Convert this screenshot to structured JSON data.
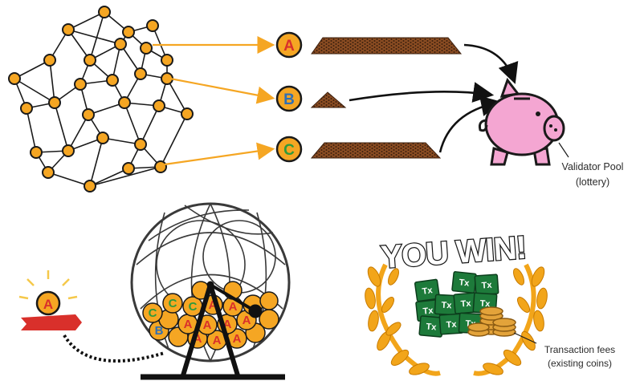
{
  "nodes": {
    "a": {
      "letter": "A",
      "color": "#d9302b"
    },
    "b": {
      "letter": "B",
      "color": "#2f6fb5"
    },
    "c": {
      "letter": "C",
      "color": "#2f9a3c"
    }
  },
  "validator_pool": {
    "line1": "Validator Pool",
    "line2": "(lottery)"
  },
  "win": {
    "text": "YOU WIN!",
    "tx_label": "Tx",
    "fees_line1": "Transaction fees",
    "fees_line2": "(existing coins)"
  },
  "colors": {
    "node_fill": "#f5a623",
    "node_stroke": "#1a1a1a",
    "arrow_orange": "#f5a623",
    "stake_brown": "#6b3a1e",
    "piggy_pink": "#f4a6d2",
    "laurel_gold": "#f2a51a",
    "tx_green": "#1d7a3a",
    "coin_gold": "#e3a33a"
  }
}
